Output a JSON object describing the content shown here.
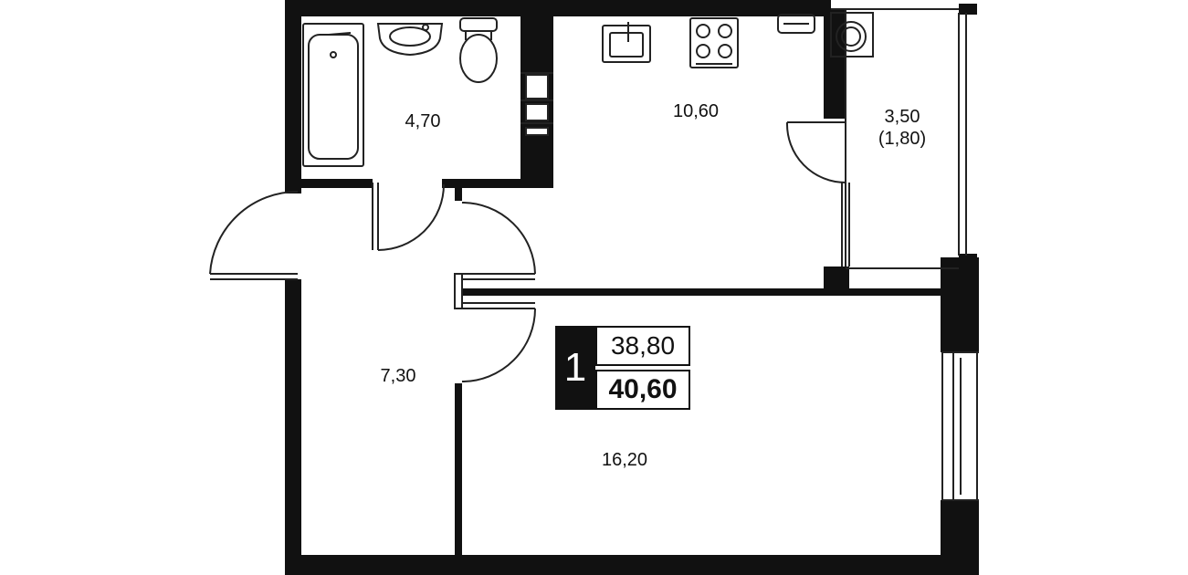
{
  "plan": {
    "rooms_count": "1",
    "living_area": "38,80",
    "total_area": "40,60",
    "rooms": [
      {
        "id": "bathroom",
        "area": "4,70",
        "sub": ""
      },
      {
        "id": "kitchen",
        "area": "10,60",
        "sub": ""
      },
      {
        "id": "balcony",
        "area": "3,50",
        "sub": "(1,80)"
      },
      {
        "id": "hallway",
        "area": "7,30",
        "sub": ""
      },
      {
        "id": "living-room",
        "area": "16,20",
        "sub": ""
      }
    ]
  },
  "colors": {
    "wall": "#111111",
    "line": "#222222",
    "background": "#ffffff"
  }
}
